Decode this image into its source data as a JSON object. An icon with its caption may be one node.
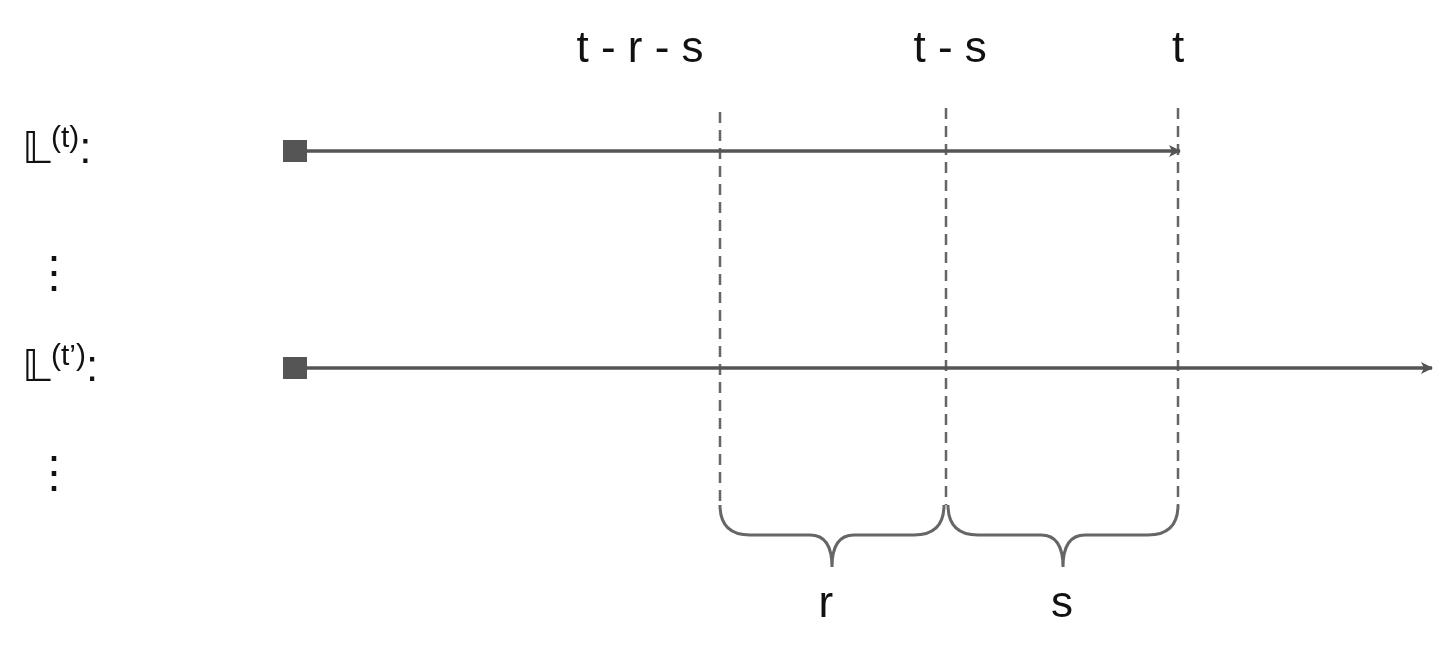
{
  "diagram": {
    "nodes": [
      {
        "text": [],
        "shape": "box"
      },
      {
        "text": [],
        "shape": "box"
      }
    ],
    "edges": [
      {
        "from": 0,
        "to": null,
        "arrow": "to"
      },
      {
        "from": 1,
        "to": null,
        "arrow": "to"
      }
    ],
    "labels": [
      "t - r - s",
      "t - s",
      "t",
      "𝕃$^{(t)}$:",
      "⋮",
      "𝕃$^{(t’)}$:",
      "⋮",
      "r",
      "s"
    ]
  }
}
